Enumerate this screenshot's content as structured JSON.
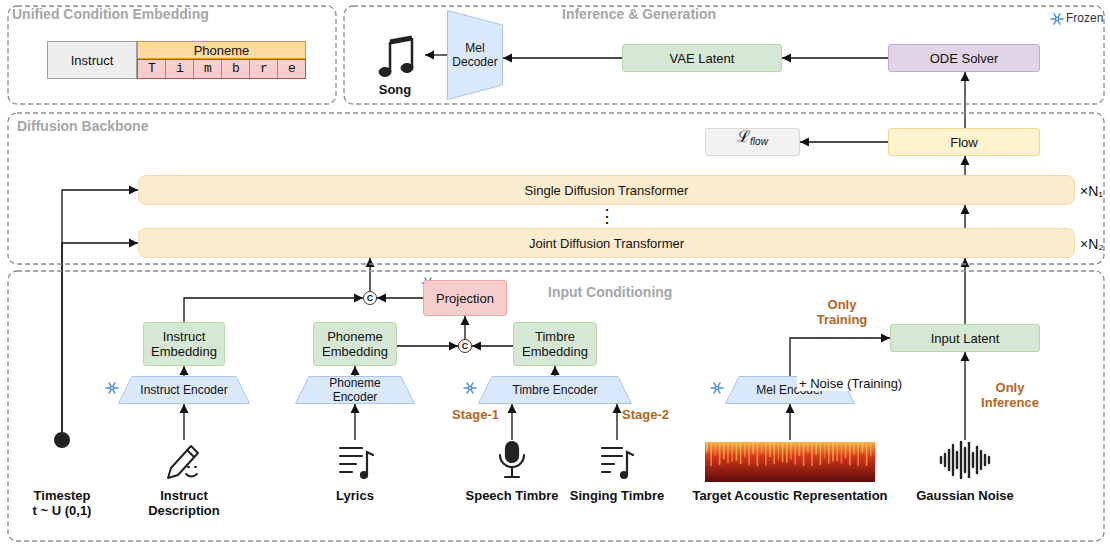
{
  "diagram": {
    "nodes": [
      {
        "text": [
          "Unified Condition Embedding"
        ]
      },
      {
        "text": [
          "Instruct"
        ],
        "in": 0
      },
      {
        "text": [
          "Phoneme"
        ],
        "in": 0
      },
      {
        "text": [
          "Timbre"
        ],
        "in": 0
      },
      {
        "text": [
          "Inference & Generation"
        ]
      },
      {
        "text": [
          "Song"
        ],
        "in": 4
      },
      {
        "text": [
          "Mel Decoder"
        ],
        "in": 4
      },
      {
        "text": [
          "VAE Latent"
        ],
        "in": 4
      },
      {
        "text": [
          "ODE Solver"
        ],
        "in": 4
      },
      {
        "text": [
          "Diffusion Backbone"
        ]
      },
      {
        "text": [
          "ℒ",
          "flow"
        ],
        "in": 9
      },
      {
        "text": [
          "Flow"
        ],
        "in": 9
      },
      {
        "text": [
          "Single Diffusion Transformer"
        ],
        "in": 9
      },
      {
        "text": [
          "Joint Diffusion Transformer"
        ],
        "in": 9
      },
      {
        "text": [
          "Input Conditioning"
        ]
      },
      {
        "text": [
          "Projection"
        ],
        "in": 14
      },
      {
        "text": [
          "C"
        ],
        "in": 14
      },
      {
        "text": [
          "Instruct Embedding"
        ],
        "in": 14
      },
      {
        "text": [
          "Phoneme Embedding"
        ],
        "in": 14
      },
      {
        "text": [
          "C"
        ],
        "in": 14
      },
      {
        "text": [
          "Timbre Embedding"
        ],
        "in": 14
      },
      {
        "text": [
          "Input Latent"
        ],
        "in": 14
      },
      {
        "text": [
          "Instruct Encoder"
        ],
        "in": 14
      },
      {
        "text": [
          "Phoneme Encoder"
        ],
        "in": 14
      },
      {
        "text": [
          "Timbre Encoder"
        ],
        "in": 14
      },
      {
        "text": [
          "Mel Encoder"
        ],
        "in": 14
      },
      {
        "text": [
          "Timestep",
          "t ~ U (0,1)"
        ],
        "in": 14
      },
      {
        "text": [
          "Instruct Description"
        ],
        "in": 14
      },
      {
        "text": [
          "Lyrics"
        ],
        "in": 14
      },
      {
        "text": [
          "Speech Timbre"
        ],
        "in": 14
      },
      {
        "text": [
          "Singing Timbre"
        ],
        "in": 14
      },
      {
        "text": [
          "Target Acoustic Representation"
        ],
        "in": 14
      },
      {
        "text": [
          "Gaussian Noise"
        ],
        "in": 14
      }
    ],
    "edges": [
      {
        "from": 26,
        "to": 12,
        "arrow": "to"
      },
      {
        "from": 26,
        "to": 13,
        "arrow": "to"
      },
      {
        "from": 27,
        "to": 22,
        "arrow": "to"
      },
      {
        "from": 22,
        "to": 17,
        "arrow": "to"
      },
      {
        "from": 17,
        "to": 16,
        "arrow": "to"
      },
      {
        "from": 28,
        "to": 23,
        "arrow": "to"
      },
      {
        "from": 23,
        "to": 18,
        "arrow": "to"
      },
      {
        "from": 18,
        "to": 19,
        "arrow": "to"
      },
      {
        "from": 29,
        "to": 24,
        "arrow": "to"
      },
      {
        "from": 30,
        "to": 24,
        "arrow": "to"
      },
      {
        "from": 24,
        "to": 20,
        "arrow": "to"
      },
      {
        "from": 20,
        "to": 19,
        "arrow": "to"
      },
      {
        "from": 19,
        "to": 15,
        "arrow": "to"
      },
      {
        "from": 15,
        "to": 16,
        "arrow": "to"
      },
      {
        "from": 16,
        "to": 13,
        "arrow": "to"
      },
      {
        "from": 31,
        "to": 25,
        "arrow": "to"
      },
      {
        "from": 25,
        "to": 21,
        "label": "+ Noise (Training)",
        "arrow": "to"
      },
      {
        "from": 32,
        "to": 21,
        "arrow": "to"
      },
      {
        "from": 21,
        "to": 13,
        "arrow": "to"
      },
      {
        "from": 13,
        "to": 12,
        "arrow": "to"
      },
      {
        "from": 12,
        "to": 11,
        "arrow": "to"
      },
      {
        "from": 11,
        "to": 10,
        "arrow": "to"
      },
      {
        "from": 11,
        "to": 8,
        "arrow": "to"
      },
      {
        "from": 8,
        "to": 7,
        "arrow": "to"
      },
      {
        "from": 7,
        "to": 6,
        "arrow": "to"
      },
      {
        "from": 6,
        "to": 5,
        "arrow": "to"
      }
    ],
    "labels": [
      "Only Training",
      "Only Inference",
      "Stage-1",
      "Stage-2",
      "×N₁",
      "×N₂",
      "⋮"
    ],
    "legend": [
      {
        "text": "Frozen"
      }
    ]
  }
}
